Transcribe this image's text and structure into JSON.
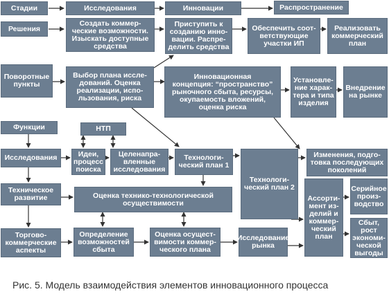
{
  "colors": {
    "box_fill": "#6c7e91",
    "box_border": "#5b6c7e",
    "text": "#ffffff",
    "arrow": "#333333"
  },
  "boxes": {
    "stages": "Стадии",
    "research_top": "Исследования",
    "innovations": "Инновации",
    "distribution": "Распространение",
    "decisions": "Решения",
    "create_opps": "Создать коммер-\nческие возможности.\nИзыскать доступные\nсредства",
    "start_creating": "Приступить к\nсозданию инно-\nвации. Распре-\nделить средства",
    "ensure_ip": "Обеспечить соот-\nветствующие\nучастки ИП",
    "realize_plan": "Реализовать\nкоммерческий\nплан",
    "turning_points": "Поворотные\nпункты",
    "choose_plan": "Выбор плана иссле-\nдований. Оценка\nреализации, испо-\nльзования, риска",
    "innov_concept": "Инновационная\nконцепция: “пространство”\nрыночного сбыта, ресурсы,\nокупаемость вложений,\nоценка риска",
    "establish_type": "Установле-\nние харак-\nтера и типа\nизделия",
    "market_intro": "Внедрение\nна рынке",
    "functions": "Функции",
    "ntp": "НТП",
    "research_func": "Исследования",
    "ideas": "Идеи,\nпроцесс\nпоиска",
    "targeted_research": "Целенапра-\nвленные\nисследования",
    "tech_plan_1": "Технологи-\nческий план 1",
    "tech_plan_2": "Технологи-\nческий план 2",
    "changes": "Изменения, подго-\nтовка последующих\nпоколений",
    "tech_dev": "Техническое\nразвитие",
    "tech_eval": "Оценка технико-технологической\nосуществимости",
    "serial_prod": "Серийное\nпроиз-\nводство",
    "assortment": "Ассорти-\nмент из-\nделий и\nкоммер-\nческий\nплан",
    "trade_aspects": "Торгово-\nкоммерческие\nаспекты",
    "sales_def": "Определение\nвозможностей\nсбыта",
    "comm_eval": "Оценка осущест-\nвимости коммер-\nческого плана",
    "market_research": "Исследование\nрынка",
    "sales_profit": "Сбыт,\nрост\nэкономи-\nческой\nвыгоды"
  },
  "caption": "Рис. 5. Модель взаимодействия элементов инновационного процесса"
}
